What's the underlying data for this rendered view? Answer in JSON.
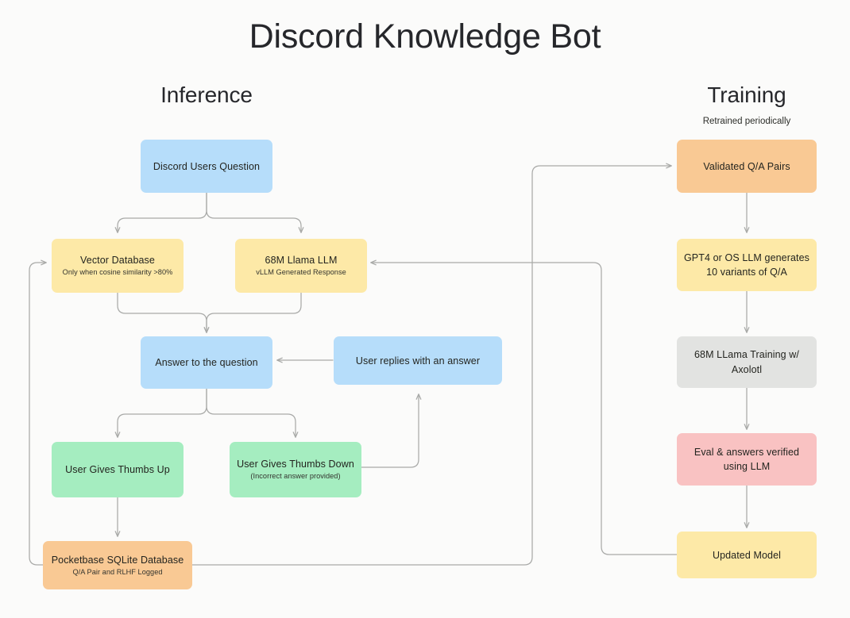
{
  "page": {
    "title": "Discord Knowledge Bot",
    "background_color": "#fbfbfa"
  },
  "sections": {
    "inference": {
      "heading": "Inference"
    },
    "training": {
      "heading": "Training",
      "subtitle": "Retrained periodically"
    }
  },
  "colors": {
    "blue": "#b6ddfa",
    "yellow": "#fde9a7",
    "orange": "#f9c994",
    "green": "#a5edc0",
    "pink": "#f9c2c2",
    "gray": "#e2e3e1",
    "edge": "#a9aaa8",
    "text": "#23241f"
  },
  "nodes": {
    "discord_users_question": {
      "title": "Discord Users Question",
      "subtitle": "",
      "color": "#b6ddfa"
    },
    "vector_database": {
      "title": "Vector Database",
      "subtitle": "Only when cosine similarity >80%",
      "color": "#fde9a7"
    },
    "llama_llm": {
      "title": "68M Llama LLM",
      "subtitle": "vLLM Generated Response",
      "color": "#fde9a7"
    },
    "answer_to_question": {
      "title": "Answer to the question",
      "subtitle": "",
      "color": "#b6ddfa"
    },
    "user_replies": {
      "title": "User replies with an answer",
      "subtitle": "",
      "color": "#b6ddfa"
    },
    "thumbs_up": {
      "title": "User Gives Thumbs Up",
      "subtitle": "",
      "color": "#a5edc0"
    },
    "thumbs_down": {
      "title": "User Gives Thumbs Down",
      "subtitle": "(Incorrect answer provided)",
      "color": "#a5edc0"
    },
    "pocketbase": {
      "title": "Pocketbase SQLite Database",
      "subtitle": "Q/A Pair and RLHF Logged",
      "color": "#f9c994"
    },
    "validated_qa_pairs": {
      "title": "Validated Q/A Pairs",
      "subtitle": "",
      "color": "#f9c994"
    },
    "gpt4_variants": {
      "title_line1": "GPT4 or OS LLM generates",
      "title_line2": "10 variants of Q/A",
      "color": "#fde9a7"
    },
    "llama_training": {
      "title_line1": "68M LLama Training w/",
      "title_line2": "Axolotl",
      "color": "#e2e3e1"
    },
    "eval_verified": {
      "title_line1": "Eval & answers verified",
      "title_line2": "using LLM",
      "color": "#f9c2c2"
    },
    "updated_model": {
      "title": "Updated Model",
      "subtitle": "",
      "color": "#fde9a7"
    }
  },
  "edges": [
    {
      "name": "question-to-vector-db",
      "from": "discord_users_question",
      "to": "vector_database"
    },
    {
      "name": "question-to-llama-llm",
      "from": "discord_users_question",
      "to": "llama_llm"
    },
    {
      "name": "vector-db-to-answer",
      "from": "vector_database",
      "to": "answer_to_question"
    },
    {
      "name": "llama-llm-to-answer",
      "from": "llama_llm",
      "to": "answer_to_question"
    },
    {
      "name": "user-replies-to-answer",
      "from": "user_replies",
      "to": "answer_to_question"
    },
    {
      "name": "answer-to-thumbs-up",
      "from": "answer_to_question",
      "to": "thumbs_up"
    },
    {
      "name": "answer-to-thumbs-down",
      "from": "answer_to_question",
      "to": "thumbs_down"
    },
    {
      "name": "thumbs-down-to-user-replies",
      "from": "thumbs_down",
      "to": "user_replies"
    },
    {
      "name": "thumbs-up-to-pocketbase",
      "from": "thumbs_up",
      "to": "pocketbase"
    },
    {
      "name": "pocketbase-to-vector-db",
      "from": "pocketbase",
      "to": "vector_database"
    },
    {
      "name": "pocketbase-to-validated-qa",
      "from": "pocketbase",
      "to": "validated_qa_pairs"
    },
    {
      "name": "validated-qa-to-gpt4",
      "from": "validated_qa_pairs",
      "to": "gpt4_variants"
    },
    {
      "name": "gpt4-to-llama-training",
      "from": "gpt4_variants",
      "to": "llama_training"
    },
    {
      "name": "llama-training-to-eval",
      "from": "llama_training",
      "to": "eval_verified"
    },
    {
      "name": "eval-to-updated-model",
      "from": "eval_verified",
      "to": "updated_model"
    },
    {
      "name": "updated-model-to-llama-llm",
      "from": "updated_model",
      "to": "llama_llm"
    }
  ]
}
